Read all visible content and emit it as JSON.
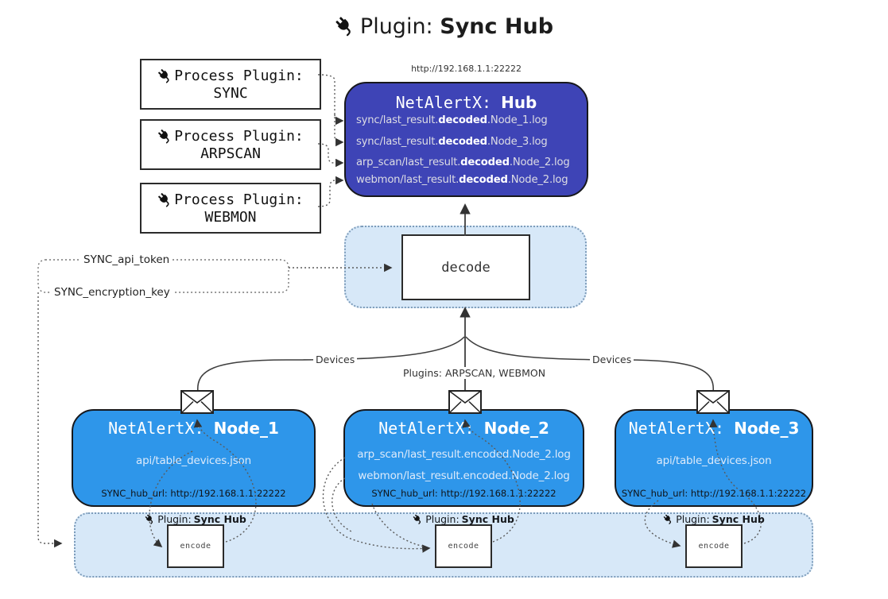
{
  "title": {
    "prefix": "Plugin:",
    "name": "Sync Hub"
  },
  "colors": {
    "hub_fill": "#3e44b6",
    "node_fill": "#2e96ea",
    "panel_fill": "#d7e8f8",
    "panel_border": "#7d9cba",
    "line": "#3f3f3f",
    "dotted_line": "#5a5a5a"
  },
  "process_plugins": [
    {
      "label": "Process Plugin:",
      "name": "SYNC"
    },
    {
      "label": "Process Plugin:",
      "name": "ARPSCAN"
    },
    {
      "label": "Process Plugin:",
      "name": "WEBMON"
    }
  ],
  "hub": {
    "url": "http://192.168.1.1:22222",
    "title_prefix": "NetAlertX: ",
    "title_name": "Hub",
    "entries": [
      {
        "pre": "sync/last_result.",
        "bold": "decoded",
        "post": ".Node_1.log"
      },
      {
        "pre": "sync/last_result.",
        "bold": "decoded",
        "post": ".Node_3.log"
      },
      {
        "pre": "arp_scan/last_result.",
        "bold": "decoded",
        "post": ".Node_2.log"
      },
      {
        "pre": "webmon/last_result.",
        "bold": "decoded",
        "post": ".Node_2.log"
      }
    ]
  },
  "decode": {
    "label": "decode"
  },
  "config": {
    "api_token": "SYNC_api_token",
    "encryption_key": "SYNC_encryption_key"
  },
  "edges": {
    "devices_left": "Devices",
    "devices_right": "Devices",
    "plugins_middle": "Plugins: ARPSCAN, WEBMON"
  },
  "nodes": [
    {
      "title_prefix": "NetAlertX: ",
      "title_name": "Node_1",
      "files": [
        "api/table_devices.json"
      ],
      "hub_url": "SYNC_hub_url: http://192.168.1.1:22222"
    },
    {
      "title_prefix": "NetAlertX: ",
      "title_name": "Node_2",
      "files": [
        "arp_scan/last_result.encoded.Node_2.log",
        "webmon/last_result.encoded.Node_2.log"
      ],
      "hub_url": "SYNC_hub_url: http://192.168.1.1:22222"
    },
    {
      "title_prefix": "NetAlertX: ",
      "title_name": "Node_3",
      "files": [
        "api/table_devices.json"
      ],
      "hub_url": "SYNC_hub_url: http://192.168.1.1:22222"
    }
  ],
  "encoders": [
    {
      "plugin_prefix": "Plugin: ",
      "plugin_name": "Sync Hub",
      "label": "encode"
    },
    {
      "plugin_prefix": "Plugin: ",
      "plugin_name": "Sync Hub",
      "label": "encode"
    },
    {
      "plugin_prefix": "Plugin: ",
      "plugin_name": "Sync Hub",
      "label": "encode"
    }
  ]
}
